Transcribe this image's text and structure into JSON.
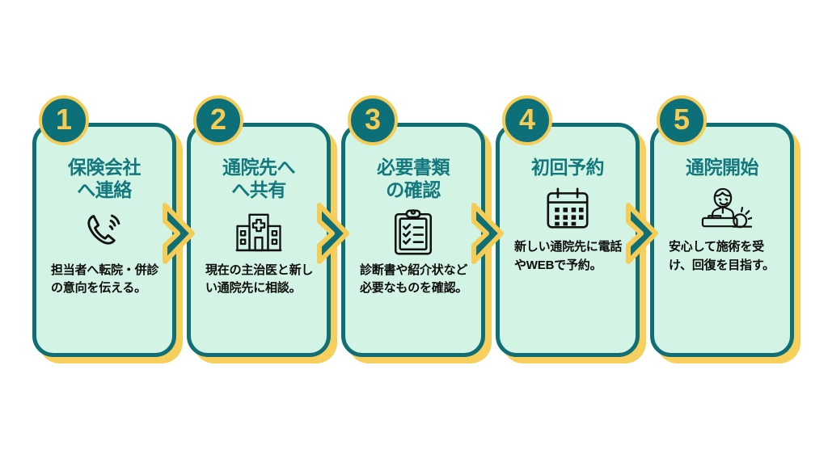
{
  "page": {
    "type": "process-flow-infographic",
    "background_color": "#ffffff",
    "language": "ja"
  },
  "theme": {
    "card_fill": "#d3f4e4",
    "card_border": "#0f6f74",
    "card_shadow": "#f7cf5c",
    "badge_fill": "#0d7078",
    "badge_ring": "#f5cc55",
    "badge_number_color": "#f5cc55",
    "title_color": "#12787e",
    "description_color": "#0b0b0b",
    "arrow_fill": "#0f6f74",
    "arrow_outline": "#f5cc55",
    "icon_stroke": "#111111"
  },
  "steps": [
    {
      "number": "1",
      "title": "保険会社\nへ連絡",
      "icon": "phone-call-icon",
      "description": "担当者へ転院・併診の意向を伝える。"
    },
    {
      "number": "2",
      "title": "通院先へ\nへ共有",
      "icon": "hospital-building-icon",
      "description": "現在の主治医と新しい通院先に相談。"
    },
    {
      "number": "3",
      "title": "必要書類\nの確認",
      "icon": "clipboard-checklist-icon",
      "description": "診断書や紹介状など必要なものを確認。"
    },
    {
      "number": "4",
      "title": "初回予約",
      "icon": "calendar-icon",
      "description": "新しい通院先に電話やWEBで予約。"
    },
    {
      "number": "5",
      "title": "通院開始",
      "icon": "treatment-therapist-icon",
      "description": "安心して施術を受け、回復を目指す。"
    }
  ],
  "connectors": [
    {
      "from": "1",
      "to": "2",
      "icon": "chevron-right-arrow"
    },
    {
      "from": "2",
      "to": "3",
      "icon": "chevron-right-arrow"
    },
    {
      "from": "3",
      "to": "4",
      "icon": "chevron-right-arrow"
    },
    {
      "from": "4",
      "to": "5",
      "icon": "chevron-right-arrow"
    }
  ]
}
